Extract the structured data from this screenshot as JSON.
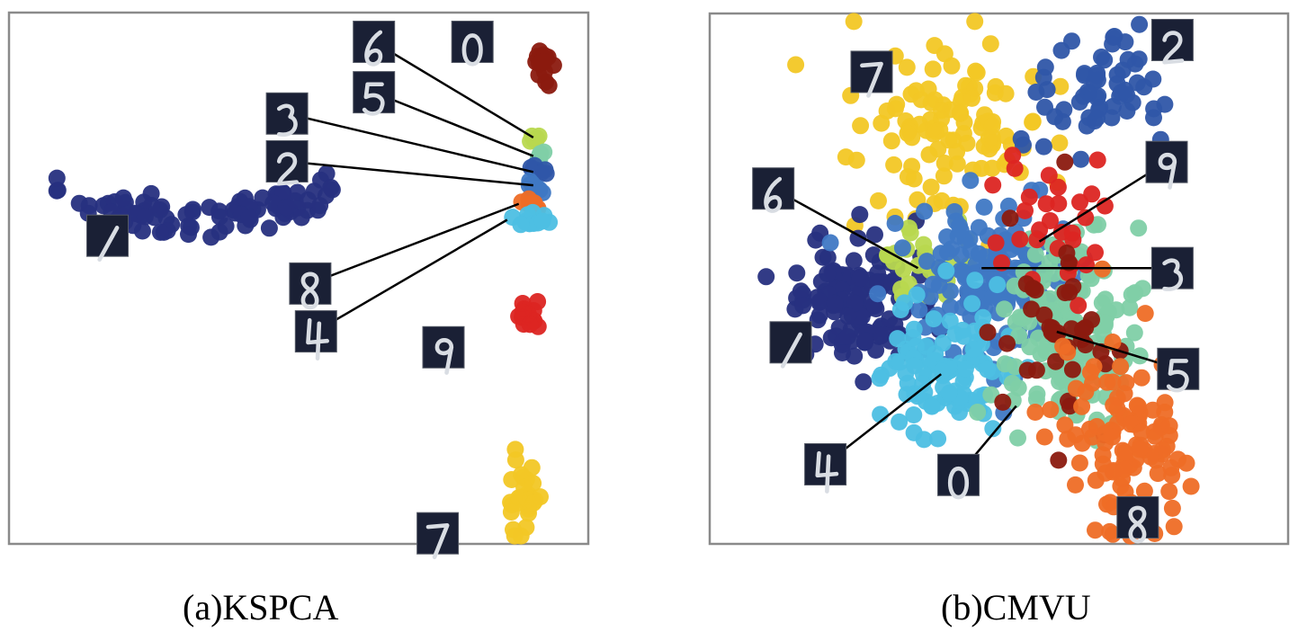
{
  "chart_data": [
    {
      "type": "scatter",
      "caption": "(a)KSPCA",
      "grid": false,
      "digit_classes": [
        "0",
        "1",
        "2",
        "3",
        "4",
        "5",
        "6",
        "7",
        "8",
        "9"
      ],
      "colors": {
        "0": "#8b1a0f",
        "1": "#27307f",
        "2": "#2f56a8",
        "3": "#3f78c4",
        "4": "#4dbfe3",
        "5": "#7fcfa7",
        "6": "#b8d84f",
        "7": "#f2c725",
        "8": "#ee6d26",
        "9": "#dc2522"
      },
      "clusters": [
        {
          "digit": "1",
          "shape": "band",
          "count": 90,
          "x": [
            0.08,
            0.56
          ],
          "y": [
            0.29,
            0.41
          ]
        },
        {
          "digit": "0",
          "shape": "blob",
          "count": 14,
          "cx": 0.92,
          "cy": 0.095,
          "sx": 0.008,
          "sy": 0.02
        },
        {
          "digit": "6",
          "shape": "blob",
          "count": 6,
          "cx": 0.91,
          "cy": 0.235,
          "sx": 0.008,
          "sy": 0.006
        },
        {
          "digit": "5",
          "shape": "blob",
          "count": 6,
          "cx": 0.91,
          "cy": 0.268,
          "sx": 0.008,
          "sy": 0.006
        },
        {
          "digit": "2",
          "shape": "blob",
          "count": 7,
          "cx": 0.91,
          "cy": 0.3,
          "sx": 0.008,
          "sy": 0.007
        },
        {
          "digit": "3",
          "shape": "blob",
          "count": 7,
          "cx": 0.91,
          "cy": 0.33,
          "sx": 0.008,
          "sy": 0.007
        },
        {
          "digit": "8",
          "shape": "blob",
          "count": 7,
          "cx": 0.9,
          "cy": 0.36,
          "sx": 0.012,
          "sy": 0.006
        },
        {
          "digit": "4",
          "shape": "blob",
          "count": 14,
          "cx": 0.9,
          "cy": 0.39,
          "sx": 0.022,
          "sy": 0.006
        },
        {
          "digit": "9",
          "shape": "blob",
          "count": 16,
          "cx": 0.9,
          "cy": 0.565,
          "sx": 0.012,
          "sy": 0.02
        },
        {
          "digit": "7",
          "shape": "blob",
          "count": 30,
          "cx": 0.89,
          "cy": 0.92,
          "sx": 0.018,
          "sy": 0.045
        }
      ],
      "annotations": [
        {
          "digit": "6",
          "thumb": [
            0.63,
            0.055
          ],
          "anchor": [
            0.905,
            0.235
          ]
        },
        {
          "digit": "0",
          "thumb": [
            0.8,
            0.055
          ],
          "anchor": null
        },
        {
          "digit": "5",
          "thumb": [
            0.63,
            0.15
          ],
          "anchor": [
            0.905,
            0.27
          ]
        },
        {
          "digit": "3",
          "thumb": [
            0.48,
            0.19
          ],
          "anchor": [
            0.905,
            0.3
          ]
        },
        {
          "digit": "2",
          "thumb": [
            0.48,
            0.28
          ],
          "anchor": [
            0.905,
            0.325
          ]
        },
        {
          "digit": "1",
          "thumb": [
            0.17,
            0.42
          ],
          "anchor": null
        },
        {
          "digit": "8",
          "thumb": [
            0.52,
            0.51
          ],
          "anchor": [
            0.88,
            0.36
          ]
        },
        {
          "digit": "4",
          "thumb": [
            0.53,
            0.6
          ],
          "anchor": [
            0.86,
            0.39
          ]
        },
        {
          "digit": "9",
          "thumb": [
            0.75,
            0.63
          ],
          "anchor": null
        },
        {
          "digit": "7",
          "thumb": [
            0.74,
            0.98
          ],
          "anchor": null
        }
      ]
    },
    {
      "type": "scatter",
      "caption": "(b)CMVU",
      "grid": false,
      "digit_classes": [
        "0",
        "1",
        "2",
        "3",
        "4",
        "5",
        "6",
        "7",
        "8",
        "9"
      ],
      "clusters": [
        {
          "digit": "7",
          "shape": "blob",
          "count": 110,
          "cx": 0.42,
          "cy": 0.22,
          "sx": 0.08,
          "sy": 0.08
        },
        {
          "digit": "2",
          "shape": "blob",
          "count": 60,
          "cx": 0.67,
          "cy": 0.14,
          "sx": 0.05,
          "sy": 0.06
        },
        {
          "digit": "1",
          "shape": "blob",
          "count": 130,
          "cx": 0.25,
          "cy": 0.55,
          "sx": 0.06,
          "sy": 0.06
        },
        {
          "digit": "6",
          "shape": "blob",
          "count": 30,
          "cx": 0.39,
          "cy": 0.48,
          "sx": 0.04,
          "sy": 0.04
        },
        {
          "digit": "3",
          "shape": "blob",
          "count": 170,
          "cx": 0.49,
          "cy": 0.5,
          "sx": 0.07,
          "sy": 0.08
        },
        {
          "digit": "4",
          "shape": "blob",
          "count": 100,
          "cx": 0.41,
          "cy": 0.66,
          "sx": 0.06,
          "sy": 0.06
        },
        {
          "digit": "5",
          "shape": "blob",
          "count": 150,
          "cx": 0.62,
          "cy": 0.6,
          "sx": 0.06,
          "sy": 0.09
        },
        {
          "digit": "9",
          "shape": "blob",
          "count": 30,
          "cx": 0.6,
          "cy": 0.4,
          "sx": 0.05,
          "sy": 0.07
        },
        {
          "digit": "0",
          "shape": "blob",
          "count": 40,
          "cx": 0.6,
          "cy": 0.58,
          "sx": 0.05,
          "sy": 0.1
        },
        {
          "digit": "8",
          "shape": "blob",
          "count": 110,
          "cx": 0.72,
          "cy": 0.82,
          "sx": 0.05,
          "sy": 0.09
        }
      ],
      "annotations": [
        {
          "digit": "7",
          "thumb": [
            0.28,
            0.11
          ],
          "anchor": null
        },
        {
          "digit": "2",
          "thumb": [
            0.8,
            0.05
          ],
          "anchor": null
        },
        {
          "digit": "9",
          "thumb": [
            0.79,
            0.28
          ],
          "anchor": [
            0.57,
            0.43
          ]
        },
        {
          "digit": "6",
          "thumb": [
            0.11,
            0.33
          ],
          "anchor": [
            0.36,
            0.48
          ]
        },
        {
          "digit": "3",
          "thumb": [
            0.8,
            0.48
          ],
          "anchor": [
            0.47,
            0.48
          ]
        },
        {
          "digit": "1",
          "thumb": [
            0.14,
            0.62
          ],
          "anchor": null
        },
        {
          "digit": "5",
          "thumb": [
            0.81,
            0.67
          ],
          "anchor": [
            0.6,
            0.6
          ]
        },
        {
          "digit": "4",
          "thumb": [
            0.2,
            0.85
          ],
          "anchor": [
            0.4,
            0.68
          ]
        },
        {
          "digit": "0",
          "thumb": [
            0.43,
            0.87
          ],
          "anchor": [
            0.53,
            0.74
          ]
        },
        {
          "digit": "8",
          "thumb": [
            0.74,
            0.95
          ],
          "anchor": null
        }
      ]
    }
  ]
}
